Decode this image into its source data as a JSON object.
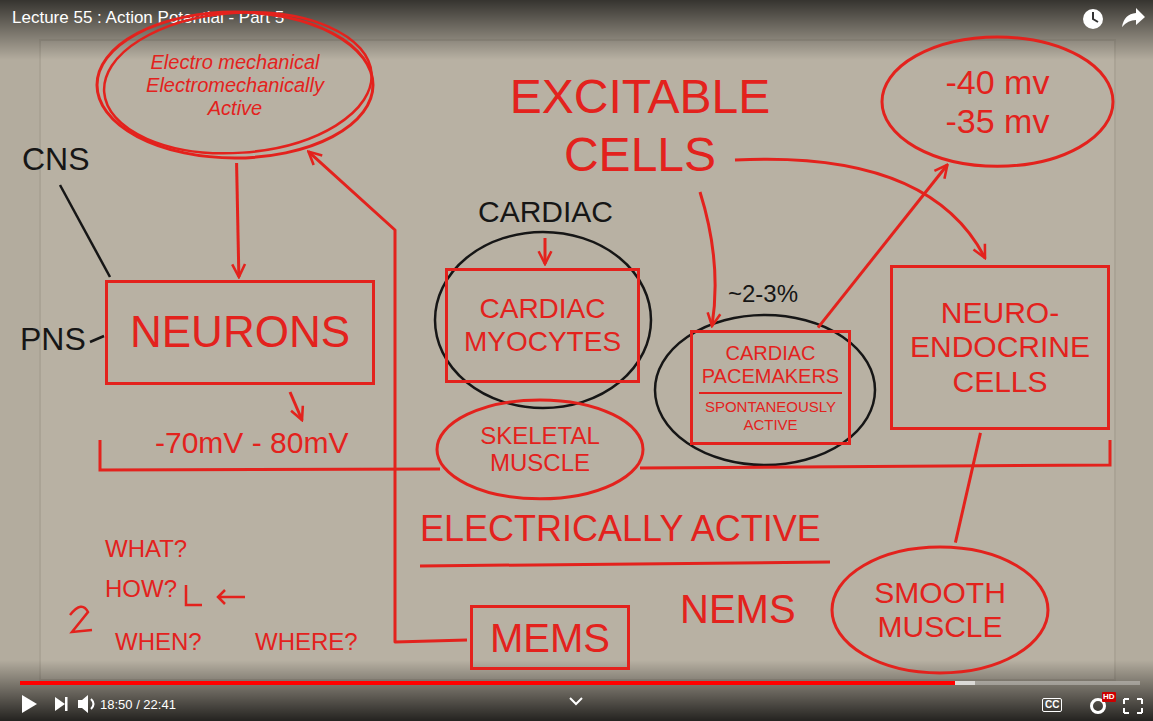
{
  "diagram": {
    "title": "Lecture 55 : Action Potential - Part 5",
    "nodes": [
      {
        "text": [
          "Electro mechanical",
          "Electromechanically Active"
        ]
      },
      {
        "text": [
          "NEURONS"
        ]
      },
      {
        "text": [
          "CARDIAC MYOCYTES"
        ]
      },
      {
        "text": [
          "CARDIAC PACEMAKERS",
          "SPONTANEOUSLY ACTIVE"
        ]
      },
      {
        "text": [
          "NEURO-ENDOCRINE CELLS"
        ]
      },
      {
        "text": [
          "SKELETAL MUSCLE"
        ]
      },
      {
        "text": [
          "SMOOTH MUSCLE"
        ]
      },
      {
        "text": [
          "MEMS"
        ]
      },
      {
        "text": [
          "-40 mv -35 mv"
        ]
      }
    ],
    "edges": [
      {
        "from": 0,
        "to": 1,
        "arrow": "to"
      },
      {
        "from": 3,
        "to": 8,
        "arrow": "to"
      },
      {
        "from": 7,
        "to": 0,
        "arrow": "to"
      },
      {
        "from": 4,
        "to": 6,
        "arrow": "none"
      }
    ],
    "labels": [
      "EXCITABLE CELLS",
      "CARDIAC",
      "~2-3%",
      "-70mV - 80mV",
      "ELECTRICALLY ACTIVE",
      "NEMS",
      "WHAT?",
      "HOW?",
      "WHEN?",
      "WHERE?",
      "CNS",
      "PNS",
      "18:50 / 22:41",
      "CC",
      "HD"
    ]
  }
}
